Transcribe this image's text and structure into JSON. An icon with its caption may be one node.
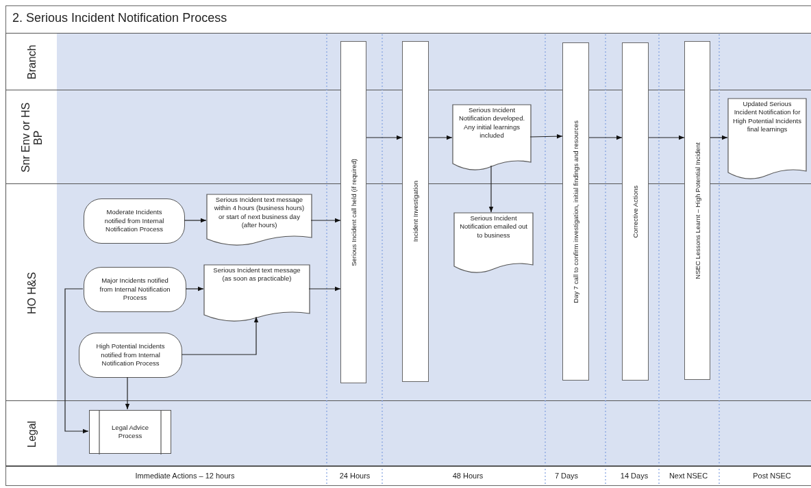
{
  "diagram": {
    "title": "2. Serious Incident Notification Process",
    "nodes": [
      {
        "text": [
          "Branch"
        ]
      },
      {
        "text": [
          "Snr Env or HS BP"
        ]
      },
      {
        "text": [
          "HO H&S"
        ]
      },
      {
        "text": [
          "Legal"
        ]
      },
      {
        "text": [
          "Moderate Incidents notified from Internal Notification Process"
        ],
        "in": 2
      },
      {
        "text": [
          "Serious Incident text message within 4 hours (business hours) or start of next business day (after hours)"
        ],
        "in": 2
      },
      {
        "text": [
          "Major Incidents notified from Internal Notification Process"
        ],
        "in": 2
      },
      {
        "text": [
          "Serious Incident text message (as soon as practicable)"
        ],
        "in": 2
      },
      {
        "text": [
          "High Potential Incidents notified from Internal Notification Process"
        ],
        "in": 2
      },
      {
        "text": [
          "Legal Advice Process"
        ],
        "in": 3
      },
      {
        "text": [
          "Serious Incident call held (if required)"
        ]
      },
      {
        "text": [
          "Incident Investigation"
        ]
      },
      {
        "text": [
          "Serious Incident Notification developed.  Any initial learnings included"
        ],
        "in": 1
      },
      {
        "text": [
          "Serious Incident Notification emailed out to business"
        ],
        "in": 2
      },
      {
        "text": [
          "Day 7 call to confirm investigation, initial findings and resources"
        ]
      },
      {
        "text": [
          "Corrective Actions"
        ]
      },
      {
        "text": [
          "NSEC Lessons Learnt – High Potential Incident"
        ]
      },
      {
        "text": [
          "Updated Serious Incident Notification for High Potential Incidents final learnings"
        ],
        "in": 1
      }
    ],
    "edges": [
      {
        "from": 4,
        "to": 5,
        "arrow": "to"
      },
      {
        "from": 5,
        "to": 10,
        "arrow": "to"
      },
      {
        "from": 6,
        "to": 7,
        "arrow": "to"
      },
      {
        "from": 7,
        "to": 10,
        "arrow": "to"
      },
      {
        "from": 8,
        "to": 7,
        "arrow": "to"
      },
      {
        "from": 6,
        "to": 9,
        "arrow": "to"
      },
      {
        "from": 8,
        "to": 9,
        "arrow": "to"
      },
      {
        "from": 10,
        "to": 11,
        "arrow": "to"
      },
      {
        "from": 11,
        "to": 12,
        "arrow": "to"
      },
      {
        "from": 12,
        "to": 14,
        "arrow": "to"
      },
      {
        "from": 12,
        "to": 13,
        "arrow": "to"
      },
      {
        "from": 14,
        "to": 15,
        "arrow": "to"
      },
      {
        "from": 15,
        "to": 16,
        "arrow": "to"
      },
      {
        "from": 16,
        "to": 17,
        "arrow": "to"
      }
    ],
    "labels": [
      "Immediate Actions – 12 hours",
      "24 Hours",
      "48 Hours",
      "7 Days",
      "14 Days",
      "Next NSEC",
      "Post NSEC"
    ]
  }
}
